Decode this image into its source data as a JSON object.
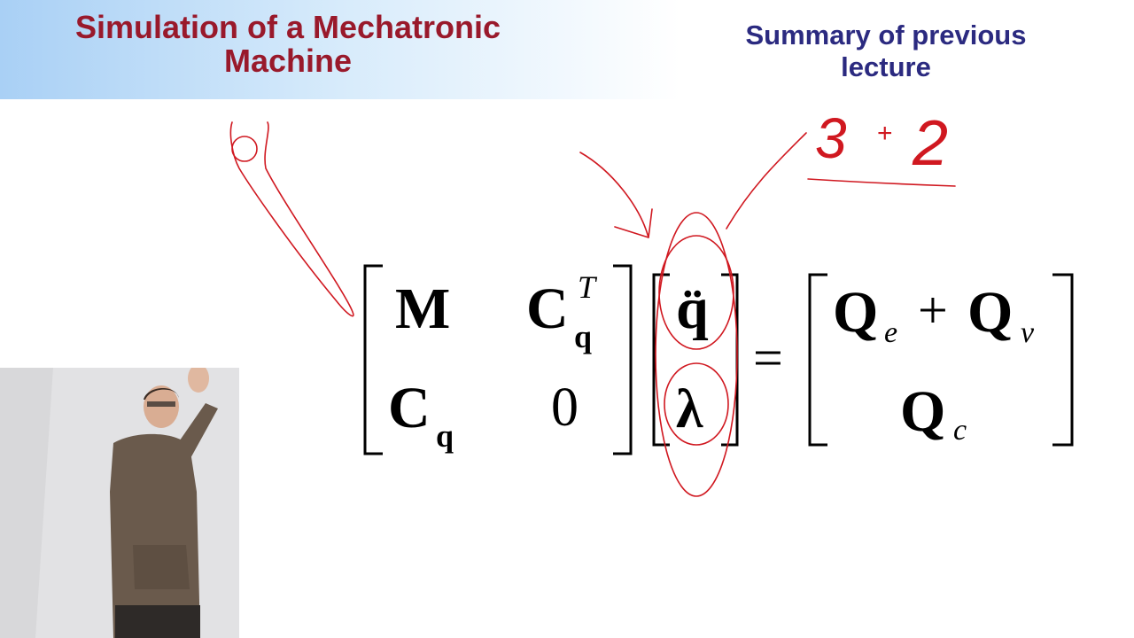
{
  "header": {
    "title": "Simulation of a Mechatronic Machine",
    "section": "Summary of previous lecture"
  },
  "equation": {
    "matrix": [
      [
        "M",
        "C",
        "q",
        "T"
      ],
      [
        "C",
        "q",
        "0"
      ]
    ],
    "vector": [
      "q̈",
      "λ"
    ],
    "equals": "=",
    "rhs": {
      "Q": "Q",
      "e": "e",
      "plus": "+",
      "v": "v",
      "c": "c"
    }
  },
  "annotations": {
    "count_left": "3",
    "plus": "+",
    "count_right": "2",
    "ink_color": "#d01820"
  },
  "colors": {
    "title": "#99192b",
    "section": "#2b2a80",
    "header_band": "#a9d0f5"
  }
}
